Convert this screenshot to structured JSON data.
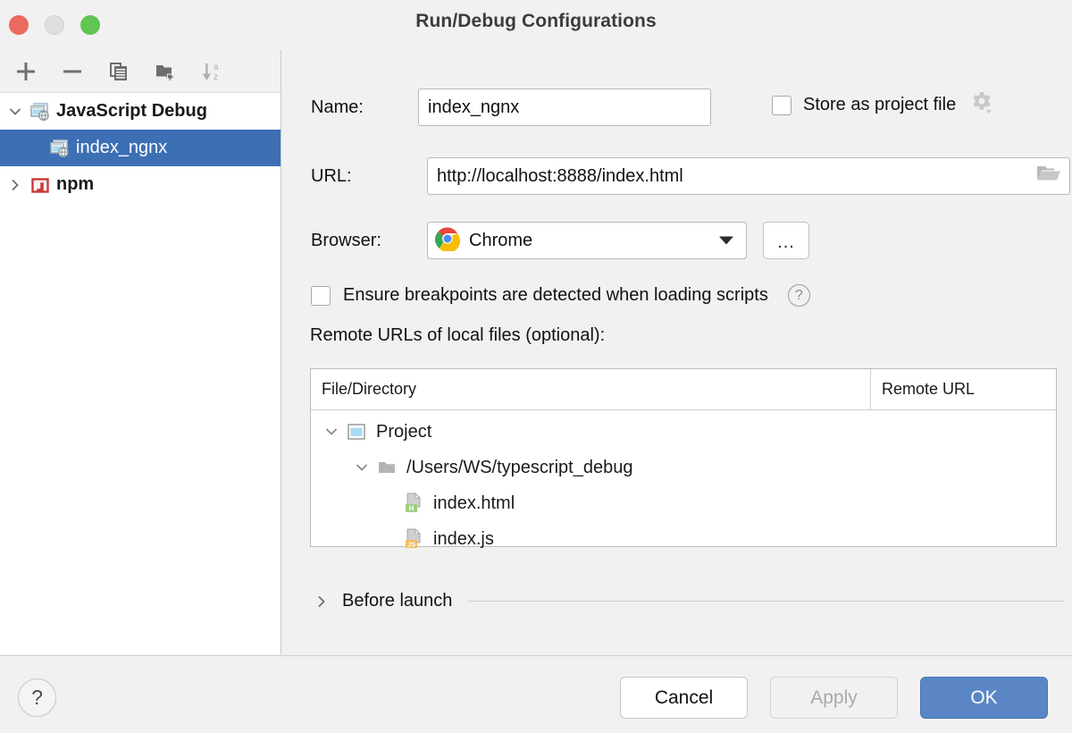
{
  "window": {
    "title": "Run/Debug Configurations",
    "traffic_lights": [
      "close",
      "minimize",
      "zoom"
    ]
  },
  "sidebar": {
    "toolbar": [
      {
        "name": "add-button",
        "icon": "plus-icon",
        "label": "+"
      },
      {
        "name": "remove-button",
        "icon": "minus-icon",
        "label": "−"
      },
      {
        "name": "copy-configuration-button",
        "icon": "copy-icon",
        "label": ""
      },
      {
        "name": "new-folder-button",
        "icon": "folder-add-icon",
        "label": ""
      },
      {
        "name": "sort-alphabetically-button",
        "icon": "sort-az-icon",
        "label": ""
      }
    ],
    "tree": [
      {
        "label": "JavaScript Debug",
        "icon": "javascript-debug-icon",
        "expanded": true,
        "level": 0,
        "selected": false
      },
      {
        "label": "index_ngnx",
        "icon": "javascript-debug-icon",
        "expanded": null,
        "level": 1,
        "selected": true
      },
      {
        "label": "npm",
        "icon": "npm-icon",
        "expanded": false,
        "level": 0,
        "selected": false
      }
    ]
  },
  "form": {
    "name_label": "Name:",
    "name_value": "index_ngnx",
    "store_as_project_file_label": "Store as project file",
    "store_as_project_file_checked": false,
    "store_gear_icon": "gear-dropdown-icon",
    "url_label": "URL:",
    "url_value": "http://localhost:8888/index.html",
    "url_browse_icon": "folder-open-icon",
    "browser_label": "Browser:",
    "browser_value": "Chrome",
    "browser_icon": "chrome-icon",
    "browser_more_label": "...",
    "ensure_breakpoints_label": "Ensure breakpoints are detected when loading scripts",
    "ensure_breakpoints_checked": false,
    "ensure_help_label": "?",
    "remote_urls_label": "Remote URLs of local files (optional):",
    "before_launch_label": "Before launch",
    "before_launch_expanded": false
  },
  "remote_table": {
    "columns": [
      "File/Directory",
      "Remote URL"
    ],
    "rows": [
      {
        "label": "Project",
        "remote_url": "",
        "icon": "project-icon",
        "level": 0,
        "expanded": true
      },
      {
        "label": "/Users/WS/typescript_debug",
        "remote_url": "",
        "icon": "folder-icon",
        "level": 1,
        "expanded": true
      },
      {
        "label": "index.html",
        "remote_url": "",
        "icon": "html-file-icon",
        "level": 2,
        "expanded": null
      },
      {
        "label": "index.js",
        "remote_url": "",
        "icon": "js-file-icon",
        "level": 2,
        "expanded": null
      }
    ]
  },
  "footer": {
    "help_label": "?",
    "cancel_label": "Cancel",
    "apply_label": "Apply",
    "apply_enabled": false,
    "ok_label": "OK"
  },
  "colors": {
    "selection_blue": "#3d6fb5",
    "ok_button_blue": "#5a86c5",
    "window_background": "#f1f1f1",
    "panel_white": "#ffffff",
    "npm_red": "#cb3837",
    "traffic_red": "#ec6a5e",
    "traffic_yellow": "#dedede",
    "traffic_green": "#61c454"
  }
}
